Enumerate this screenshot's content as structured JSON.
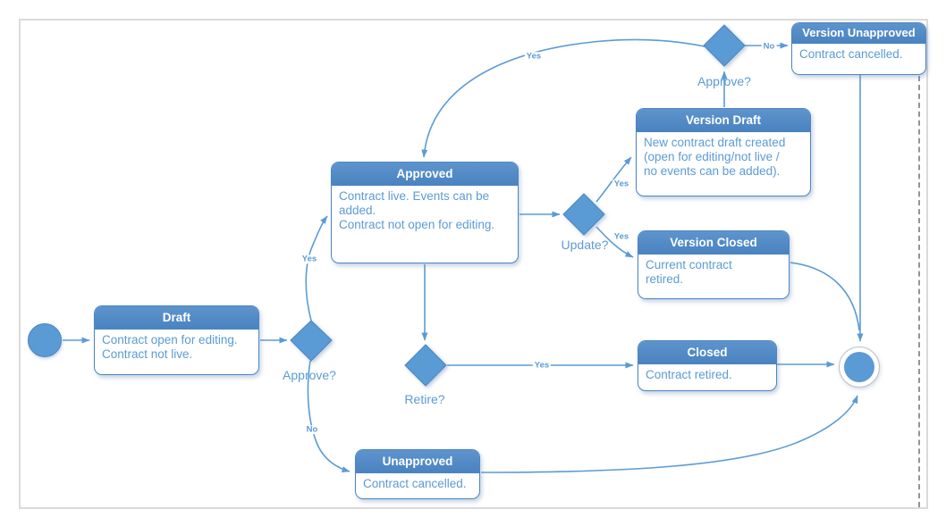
{
  "diagram_type": "contract-lifecycle-state-diagram",
  "colors": {
    "line": "#5b9bd5",
    "node_header_fill": "#4e86c3",
    "node_border": "#4a86c3",
    "body_text": "#5b9bd5",
    "header_text": "#ffffff",
    "canvas_border": "#dadada"
  },
  "nodes": [
    {
      "id": "draft",
      "title": "Draft",
      "body": "Contract open for editing.\nContract not live."
    },
    {
      "id": "approved",
      "title": "Approved",
      "body": "Contract live. Events can be\nadded.\nContract not open for editing."
    },
    {
      "id": "version-draft",
      "title": "Version Draft",
      "body": "New contract draft created\n(open for editing/not live /\nno events can be added)."
    },
    {
      "id": "version-closed",
      "title": "Version Closed",
      "body": "Current contract\nretired."
    },
    {
      "id": "closed",
      "title": "Closed",
      "body": "Contract retired."
    },
    {
      "id": "unapproved",
      "title": "Unapproved",
      "body": "Contract cancelled."
    },
    {
      "id": "version-unapproved",
      "title": "Version Unapproved",
      "body": "Contract cancelled."
    }
  ],
  "decisions": [
    {
      "id": "approve-1",
      "label": "Approve?"
    },
    {
      "id": "retire",
      "label": "Retire?"
    },
    {
      "id": "update",
      "label": "Update?"
    },
    {
      "id": "approve-2",
      "label": "Approve?"
    }
  ],
  "edge_labels": [
    {
      "id": "approve1-yes",
      "text": "Yes"
    },
    {
      "id": "approve1-no",
      "text": "No"
    },
    {
      "id": "approve2-yes",
      "text": "Yes"
    },
    {
      "id": "approve2-no",
      "text": "No"
    },
    {
      "id": "update-yes-draft",
      "text": "Yes"
    },
    {
      "id": "update-yes-closed",
      "text": "Yes"
    },
    {
      "id": "retire-yes",
      "text": "Yes"
    }
  ]
}
